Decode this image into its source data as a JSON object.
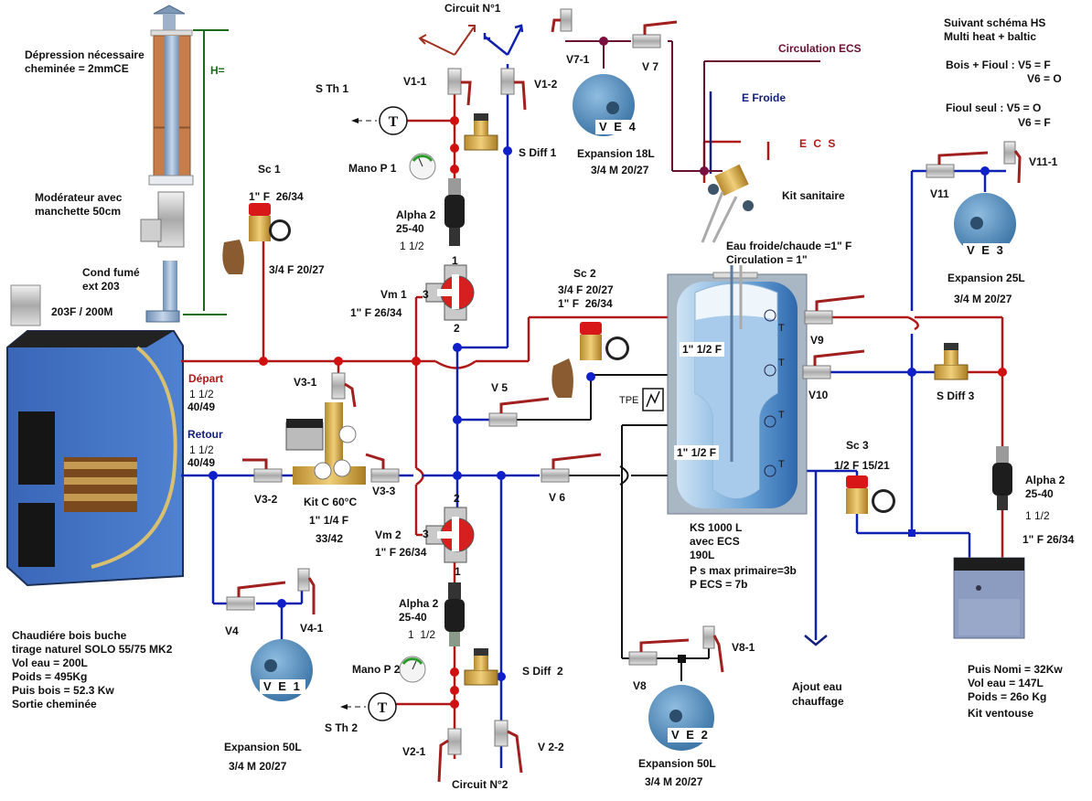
{
  "chimney": {
    "depression_line1": "Dépression nécessaire",
    "depression_line2": "cheminée = 2mmCE",
    "height_label": "H=",
    "moderator_line1": "Modérateur avec",
    "moderator_line2": "manchette 50cm",
    "flue_line1": "Cond fumé",
    "flue_line2": "ext 203",
    "adapter": "203F / 200M"
  },
  "wood_boiler": {
    "depart_label": "Départ",
    "depart_size": "1 1/2",
    "depart_thread": "40/49",
    "retour_label": "Retour",
    "retour_size": "1 1/2",
    "retour_thread": "40/49",
    "specs": [
      "Chaudiére bois buche",
      "tirage naturel SOLO 55/75 MK2",
      "Vol eau = 200L",
      "Poids = 495Kg",
      "Puis bois = 52.3 Kw",
      "Sortie cheminée"
    ]
  },
  "sc1": {
    "name": "Sc 1",
    "top": "1\" F  26/34",
    "bottom": "3/4 F 20/27"
  },
  "sc2": {
    "name": "Sc 2",
    "line1": "3/4 F 20/27",
    "line2": "1\" F  26/34"
  },
  "sc3": {
    "name": "Sc 3",
    "line1": "1/2 F 15/21"
  },
  "circuit1": {
    "title": "Circuit N°1",
    "v11": "V1-1",
    "v12": "V1-2",
    "sth": "S Th 1",
    "mano": "Mano P 1",
    "sdiff": "S Diff 1",
    "pump_name": "Alpha 2",
    "pump_model": "25-40",
    "pump_size": "1 1/2"
  },
  "vm1": {
    "name": "Vm 1",
    "size": "1\" F 26/34",
    "port1": "1",
    "port2": "2",
    "port3": "3"
  },
  "vm2": {
    "name": "Vm 2",
    "size": "1\" F 26/34",
    "port1": "1",
    "port2": "2",
    "port3": "3"
  },
  "kit_c": {
    "v31": "V3-1",
    "v32": "V3-2",
    "v33": "V3-3",
    "name": "Kit C 60°C",
    "size": "1\" 1/4 F",
    "thread": "33/42"
  },
  "circuit2": {
    "title": "Circuit N°2",
    "v21": "V2-1",
    "v22": "V 2-2",
    "sth": "S Th 2",
    "mano": "Mano P 2",
    "sdiff": "S Diff  2",
    "pump_name": "Alpha 2",
    "pump_model": "25-40",
    "pump_size": "1  1/2"
  },
  "v4": {
    "name": "V4",
    "drain": "V4-1"
  },
  "ve1": {
    "tag": "V E 1",
    "line1": "Expansion 50L",
    "line2": "3/4 M 20/27"
  },
  "v5": "V 5",
  "v6": "V 6",
  "tpe": "TPE",
  "ve4": {
    "tag": "V E 4",
    "v7": "V 7",
    "v71": "V7-1",
    "line1": "Expansion 18L",
    "line2": "3/4 M 20/27"
  },
  "sanitary": {
    "circulation": "Circulation ECS",
    "cold": "E Froide",
    "ecs": "E C S",
    "kit": "Kit sanitaire",
    "note1": "Eau froide/chaude =1\" F",
    "note2": "Circulation = 1\""
  },
  "tank": {
    "port_top": "1\" 1/2 F",
    "port_bottom": "1\" 1/2 F",
    "sensor": "T",
    "specs": [
      "KS 1000 L",
      "avec ECS",
      "190L",
      "P s max primaire=3b",
      "P ECS = 7b"
    ]
  },
  "v8": {
    "name": "V8",
    "drain": "V8-1"
  },
  "ve2": {
    "tag": "V E 2",
    "line1": "Expansion 50L",
    "line2": "3/4 M 20/27"
  },
  "fill": {
    "line1": "Ajout eau",
    "line2": "chauffage"
  },
  "v9": "V9",
  "v10": "V10",
  "sdiff3": "S Diff 3",
  "ve3": {
    "tag": "V E 3",
    "v11": "V11",
    "v111": "V11-1",
    "line1": "Expansion 25L",
    "line2": "3/4 M 20/27"
  },
  "pump3": {
    "name": "Alpha 2",
    "model": "25-40",
    "size": "1 1/2",
    "thread": "1\" F 26/34"
  },
  "oil_boiler": {
    "specs": [
      "Puis Nomi = 32Kw",
      "Vol eau = 147L",
      "Poids = 26o Kg",
      "Kit ventouse"
    ]
  },
  "notes": {
    "ref1": "Suivant schéma HS",
    "ref2": "Multi heat + baltic",
    "mode1_a": "Bois + Fioul : V5 = F",
    "mode1_b": "V6 = O",
    "mode2_a": "Fioul seul : V5 = O",
    "mode2_b": "V6 = F"
  },
  "colors": {
    "supply": "#b01818",
    "return": "#1020b0",
    "sanitary": "#6a1030",
    "neutral": "#111111",
    "chimney_guide": "#1a6b1a",
    "vessel": "#5b93c4"
  }
}
